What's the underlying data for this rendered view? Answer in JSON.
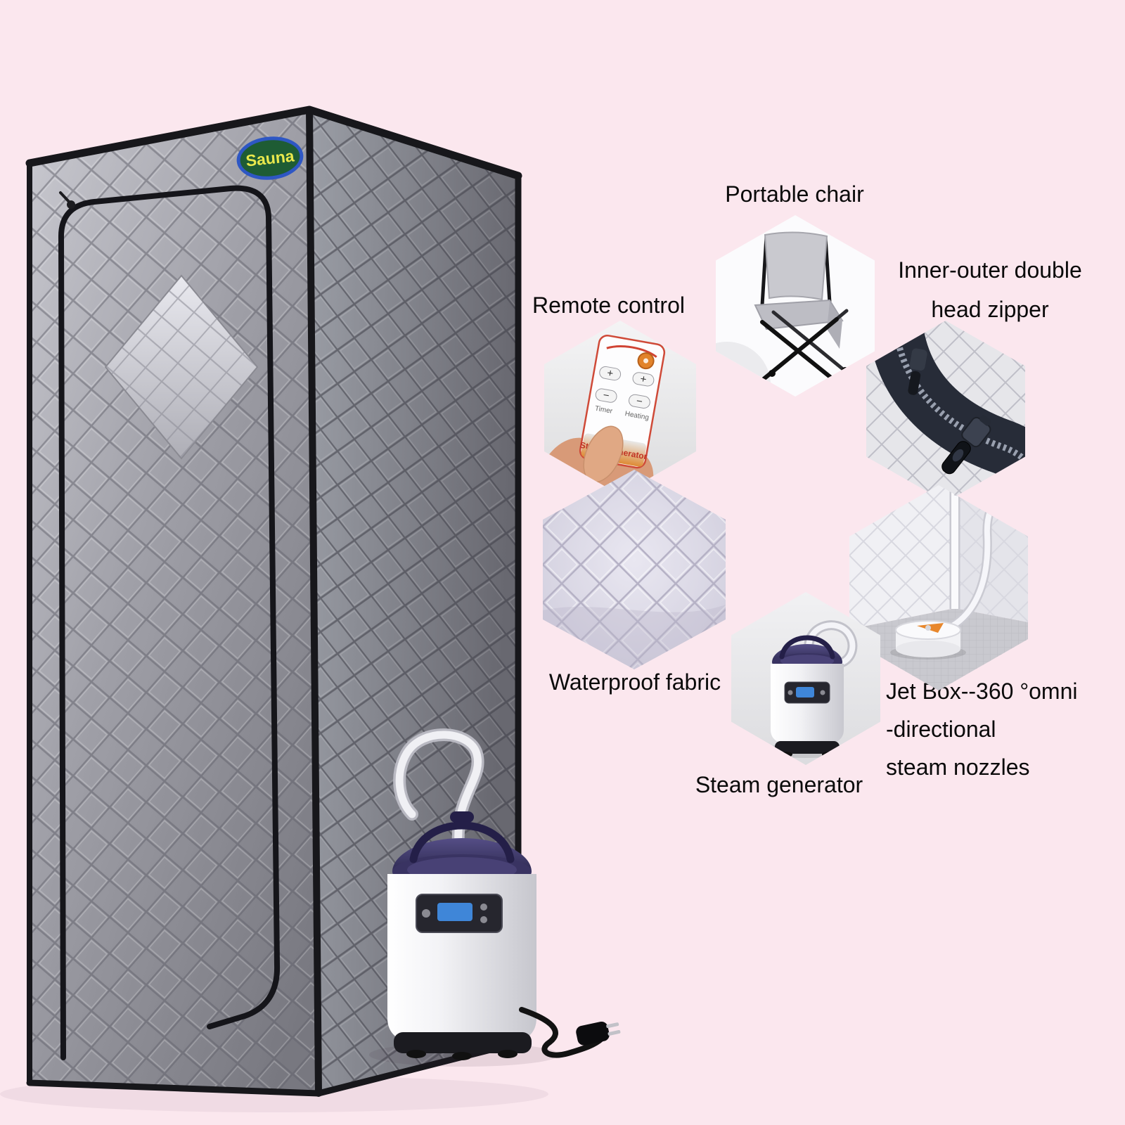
{
  "badge": {
    "label": "Sauna"
  },
  "callouts": {
    "portable_chair": "Portable chair",
    "remote_control": "Remote control",
    "zipper_line1": "Inner-outer double",
    "zipper_line2": "head zipper",
    "waterproof": "Waterproof fabric",
    "steam_generator": "Steam generator",
    "jetbox_line1": "Jet Box--360 °omni",
    "jetbox_line2": "-directional",
    "jetbox_line3": "steam nozzles"
  },
  "remote": {
    "plus": "+",
    "minus": "−",
    "timer": "Timer",
    "heating": "Heating",
    "band_text": "Steam Generator"
  },
  "colors": {
    "background": "#fbe7ee",
    "tent_front": "#9b9ba3",
    "tent_side": "#72727a",
    "accent_orange": "#e07c2a",
    "badge_blue": "#2e57c4",
    "badge_text": "#e9e84c"
  }
}
